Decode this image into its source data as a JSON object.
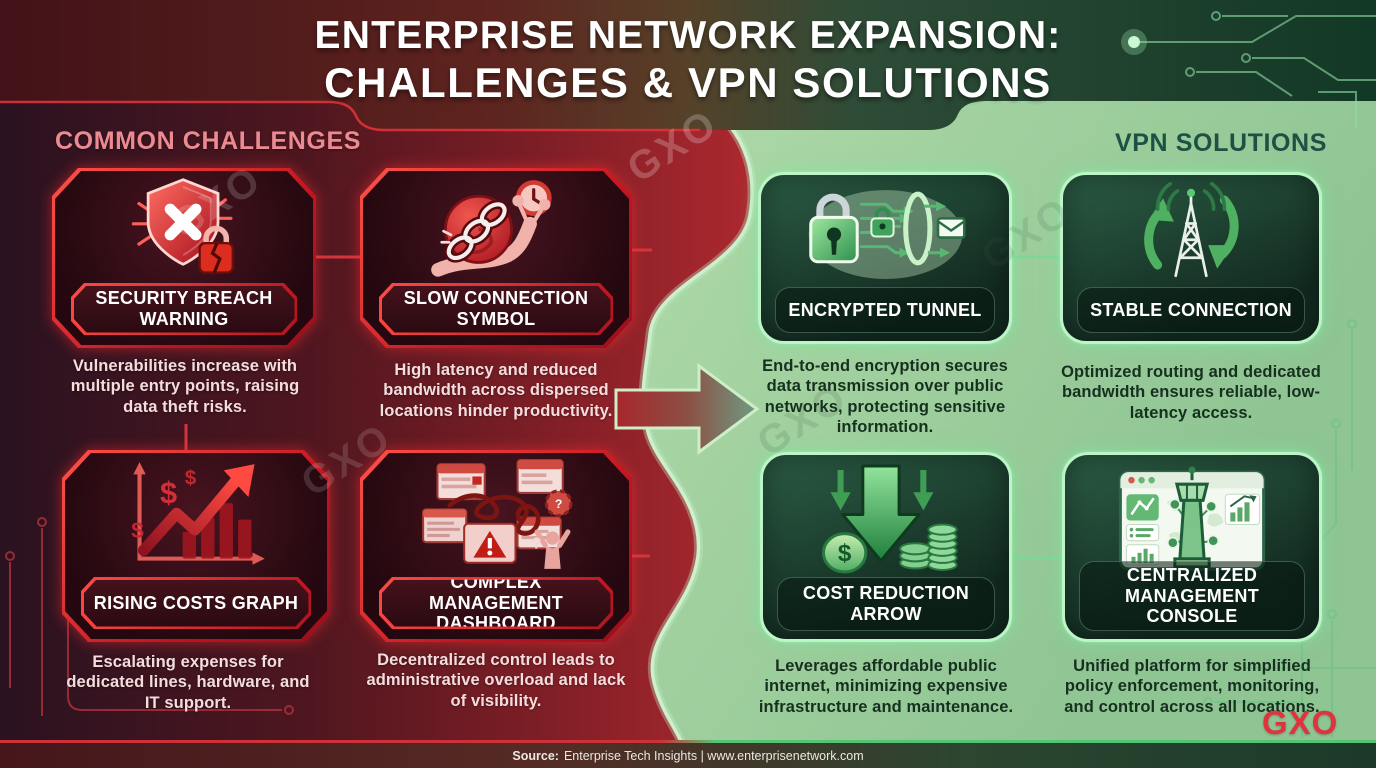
{
  "title": {
    "line1": "ENTERPRISE NETWORK EXPANSION:",
    "line2": "CHALLENGES & VPN SOLUTIONS"
  },
  "sections": {
    "challenges": {
      "header": "COMMON CHALLENGES",
      "accent_color": "#e8232b",
      "cards": [
        {
          "icon": "security-breach-icon",
          "title": "SECURITY BREACH WARNING",
          "description": "Vulnerabilities increase with multiple entry points, raising data theft risks."
        },
        {
          "icon": "slow-connection-icon",
          "title": "SLOW CONNECTION SYMBOL",
          "description": "High latency and reduced bandwidth across dispersed locations hinder productivity."
        },
        {
          "icon": "rising-costs-icon",
          "title": "RISING COSTS GRAPH",
          "description": "Escalating expenses for dedicated lines, hardware, and IT support."
        },
        {
          "icon": "complex-management-icon",
          "title": "COMPLEX MANAGEMENT DASHBOARD",
          "description": "Decentralized control leads to administrative overload and lack of visibility."
        }
      ]
    },
    "solutions": {
      "header": "VPN SOLUTIONS",
      "accent_color": "#7fd092",
      "cards": [
        {
          "icon": "encrypted-tunnel-icon",
          "title": "ENCRYPTED TUNNEL",
          "description": "End-to-end encryption secures data transmission over public networks, protecting sensitive information."
        },
        {
          "icon": "stable-connection-icon",
          "title": "STABLE CONNECTION",
          "description": "Optimized routing and dedicated bandwidth ensures reliable, low-latency access."
        },
        {
          "icon": "cost-reduction-icon",
          "title": "COST REDUCTION ARROW",
          "description": "Leverages affordable public internet, minimizing expensive infrastructure and maintenance."
        },
        {
          "icon": "centralized-console-icon",
          "title": "CENTRALIZED MANAGEMENT CONSOLE",
          "description": "Unified platform for simplified policy enforcement, monitoring, and control across all locations."
        }
      ]
    }
  },
  "footer": {
    "source_label": "Source:",
    "source_text": "Enterprise Tech Insights | www.enterprisenetwork.com"
  },
  "watermark": {
    "text": "GXO"
  },
  "brand": {
    "logo_text": "GXO",
    "logo_color": "#e0333e"
  }
}
